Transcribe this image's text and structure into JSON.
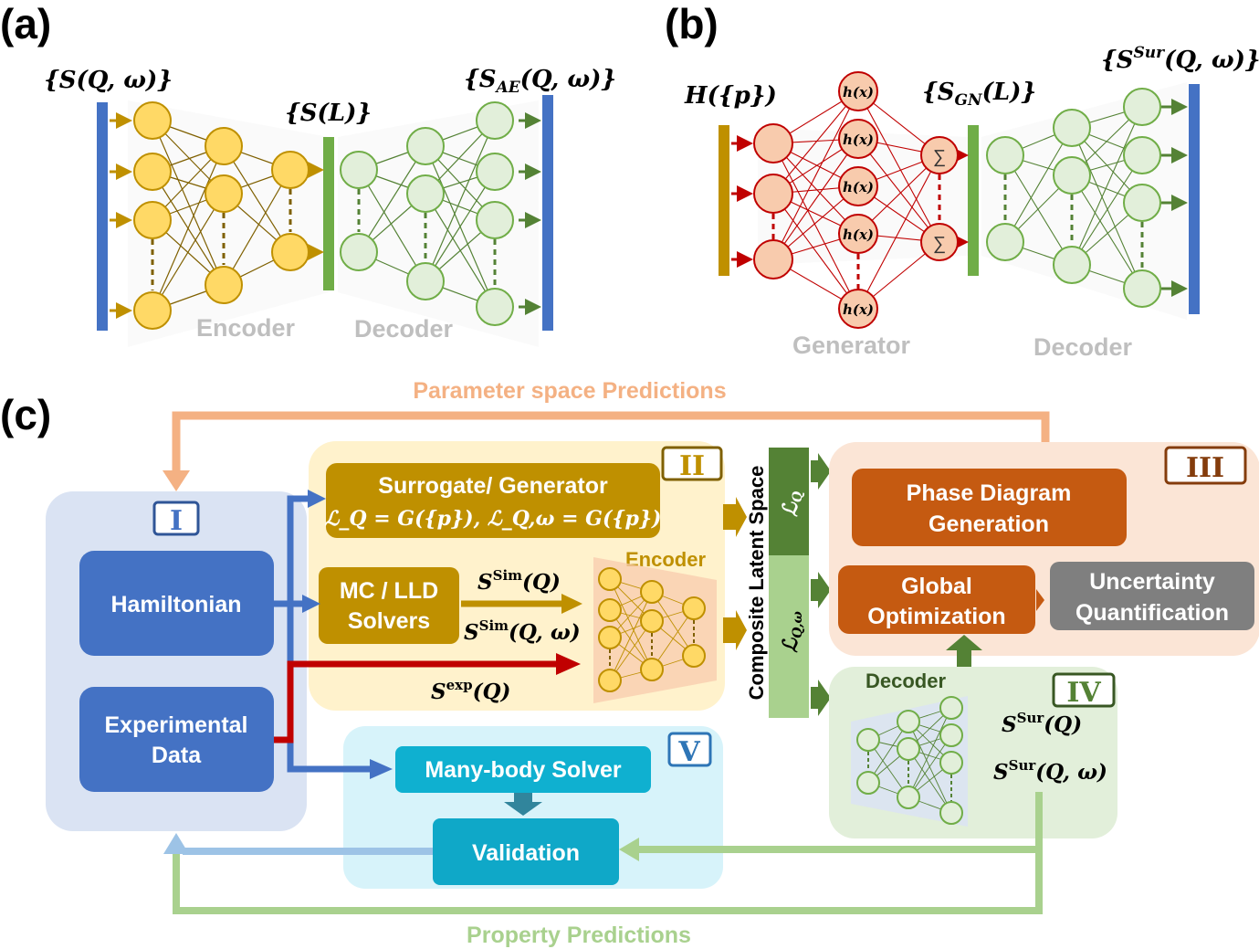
{
  "panel_a": {
    "label": "(a)",
    "input": "{S(Q, ω)}",
    "latent": "{S(L)}",
    "output": "{S_AE(Q, ω)}",
    "output_main": "{S",
    "output_sub": "AE",
    "output_rest": "(Q, ω)}",
    "encoder": "Encoder",
    "decoder": "Decoder"
  },
  "panel_b": {
    "label": "(b)",
    "input": "H({p})",
    "node": "h(x)",
    "sum": "∑",
    "latent_main": "{S",
    "latent_sub": "GN",
    "latent_rest": "(L)}",
    "output_main": "{S",
    "output_sup": "Sur",
    "output_rest": "(Q, ω)}",
    "generator": "Generator",
    "decoder": "Decoder"
  },
  "panel_c": {
    "label": "(c)",
    "top_arrow": "Parameter space Predictions",
    "bottom_arrow": "Property Predictions",
    "box_I": {
      "numeral": "I",
      "hamiltonian": "Hamiltonian",
      "experimental_line1": "Experimental",
      "experimental_line2": "Data"
    },
    "box_II": {
      "numeral": "II",
      "surrogate_title": "Surrogate/ Generator",
      "surrogate_formula": "ℒ_Q = G({p}), ℒ_Q,ω = G({p})",
      "solvers_line1": "MC / LLD",
      "solvers_line2": "Solvers",
      "ssim_q": "S^Sim(Q)",
      "ssim_qw": "S^Sim(Q, ω)",
      "sexp_q": "S^exp(Q)",
      "encoder": "Encoder"
    },
    "latent": {
      "title": "Composite Latent Space",
      "lq": "ℒ_Q",
      "lqw": "ℒ_Q,ω"
    },
    "box_III": {
      "numeral": "III",
      "phase_line1": "Phase Diagram",
      "phase_line2": "Generation",
      "global_line1": "Global",
      "global_line2": "Optimization",
      "uncert_line1": "Uncertainty",
      "uncert_line2": "Quantification"
    },
    "box_IV": {
      "numeral": "IV",
      "decoder": "Decoder",
      "ssur_q": "S^Sur(Q)",
      "ssur_qw": "S^Sur(Q, ω)"
    },
    "box_V": {
      "numeral": "V",
      "many_body": "Many-body Solver",
      "validation": "Validation"
    }
  },
  "colors": {
    "blue_bar": "#4472c4",
    "gold_node": "#ffd966",
    "gold_stroke": "#bf9000",
    "green_bar": "#70ad47",
    "red_stroke": "#c00000",
    "salmon_node": "#f8cbad",
    "gray_text": "#bfbfbf",
    "orange_text": "#f4b183",
    "light_green_text": "#a9d18e"
  }
}
